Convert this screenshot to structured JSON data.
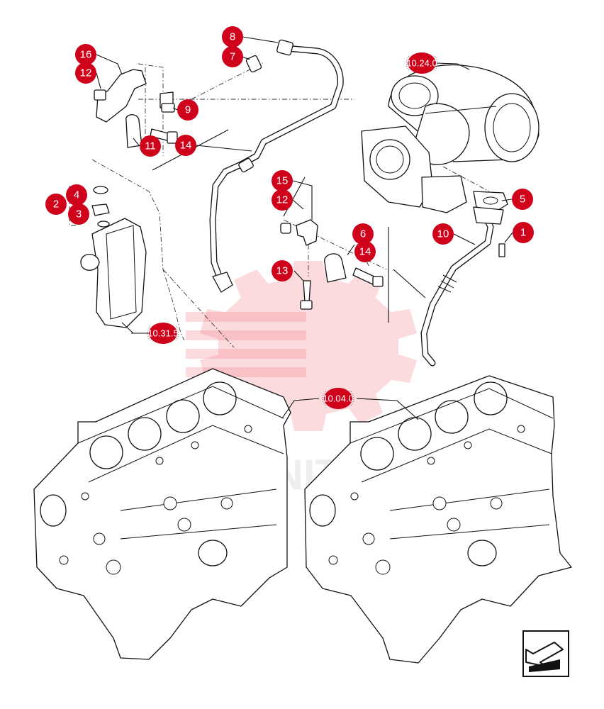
{
  "watermark": {
    "text": "MINITEK"
  },
  "callouts": [
    {
      "id": "c8",
      "label": "8"
    },
    {
      "id": "c7",
      "label": "7"
    },
    {
      "id": "c16",
      "label": "16"
    },
    {
      "id": "c12a",
      "label": "12"
    },
    {
      "id": "c9",
      "label": "9"
    },
    {
      "id": "c11",
      "label": "11"
    },
    {
      "id": "c14a",
      "label": "14"
    },
    {
      "id": "c2",
      "label": "2"
    },
    {
      "id": "c4",
      "label": "4"
    },
    {
      "id": "c3",
      "label": "3"
    },
    {
      "id": "c15",
      "label": "15"
    },
    {
      "id": "c12b",
      "label": "12"
    },
    {
      "id": "c6",
      "label": "6"
    },
    {
      "id": "c14b",
      "label": "14"
    },
    {
      "id": "c13",
      "label": "13"
    },
    {
      "id": "c10",
      "label": "10"
    },
    {
      "id": "c1",
      "label": "1"
    },
    {
      "id": "c5",
      "label": "5"
    }
  ],
  "references": [
    {
      "id": "r24",
      "label": "10.24.0"
    },
    {
      "id": "r31",
      "label": "10.31.5"
    },
    {
      "id": "r04",
      "label": "10.04.0"
    }
  ],
  "icons": {
    "nav": "next-page-arrow-icon"
  },
  "colors": {
    "callout": "#d0021b",
    "watermark": "#f07c8a",
    "line": "#111111"
  }
}
